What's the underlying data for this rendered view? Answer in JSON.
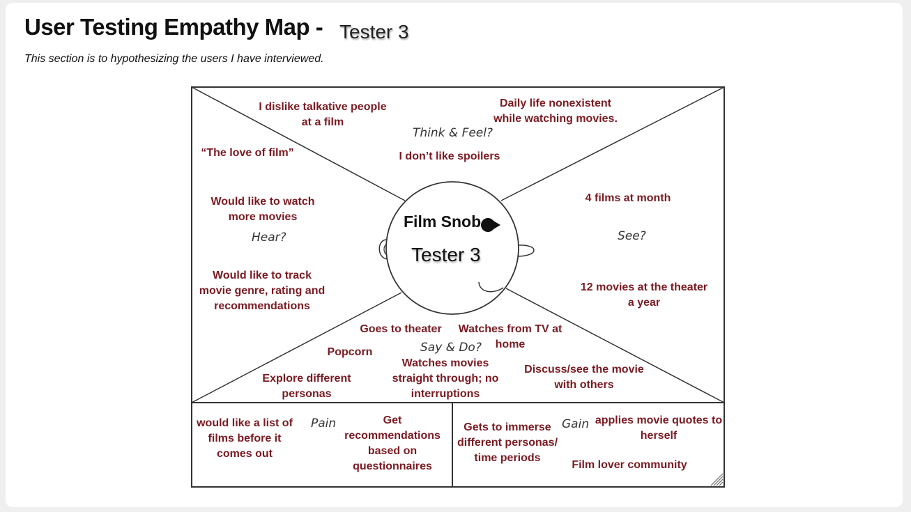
{
  "header": {
    "title": "User Testing Empathy Map -",
    "title_tester": "Tester 3",
    "subtitle": "This section is to hypothesizing the users I have interviewed."
  },
  "colors": {
    "note_text": "#7a1a22",
    "line": "#333333",
    "background": "#ffffff",
    "page_background": "#efefef"
  },
  "persona": {
    "label": "Film Snob",
    "name": "Tester 3"
  },
  "quadrants": {
    "think_feel": {
      "label": "Think & Feel?",
      "notes": [
        "I dislike talkative people\nat a film",
        "Daily life nonexistent\nwhile watching movies.",
        "I don’t like spoilers"
      ]
    },
    "hear": {
      "label": "Hear?",
      "notes": [
        "“The love of film”",
        "Would like to watch\nmore movies",
        "Would like to track\nmovie genre, rating and\nrecommendations"
      ]
    },
    "see": {
      "label": "See?",
      "notes": [
        "4 films at month",
        "12 movies at the theater\na year"
      ]
    },
    "say_do": {
      "label": "Say & Do?",
      "notes": [
        "Goes to theater",
        "Watches from TV at\nhome",
        "Popcorn",
        "Watches movies\nstraight through; no\ninterruptions",
        "Explore different\npersonas",
        "Discuss/see the movie\nwith others"
      ]
    },
    "pain": {
      "label": "Pain",
      "notes": [
        "would like a list of\nfilms before it\ncomes out",
        "Get\nrecommendations\nbased on\nquestionnaires"
      ]
    },
    "gain": {
      "label": "Gain",
      "notes": [
        "Gets to immerse\ndifferent personas/\ntime periods",
        "applies movie quotes to\nherself",
        "Film lover community"
      ]
    }
  }
}
